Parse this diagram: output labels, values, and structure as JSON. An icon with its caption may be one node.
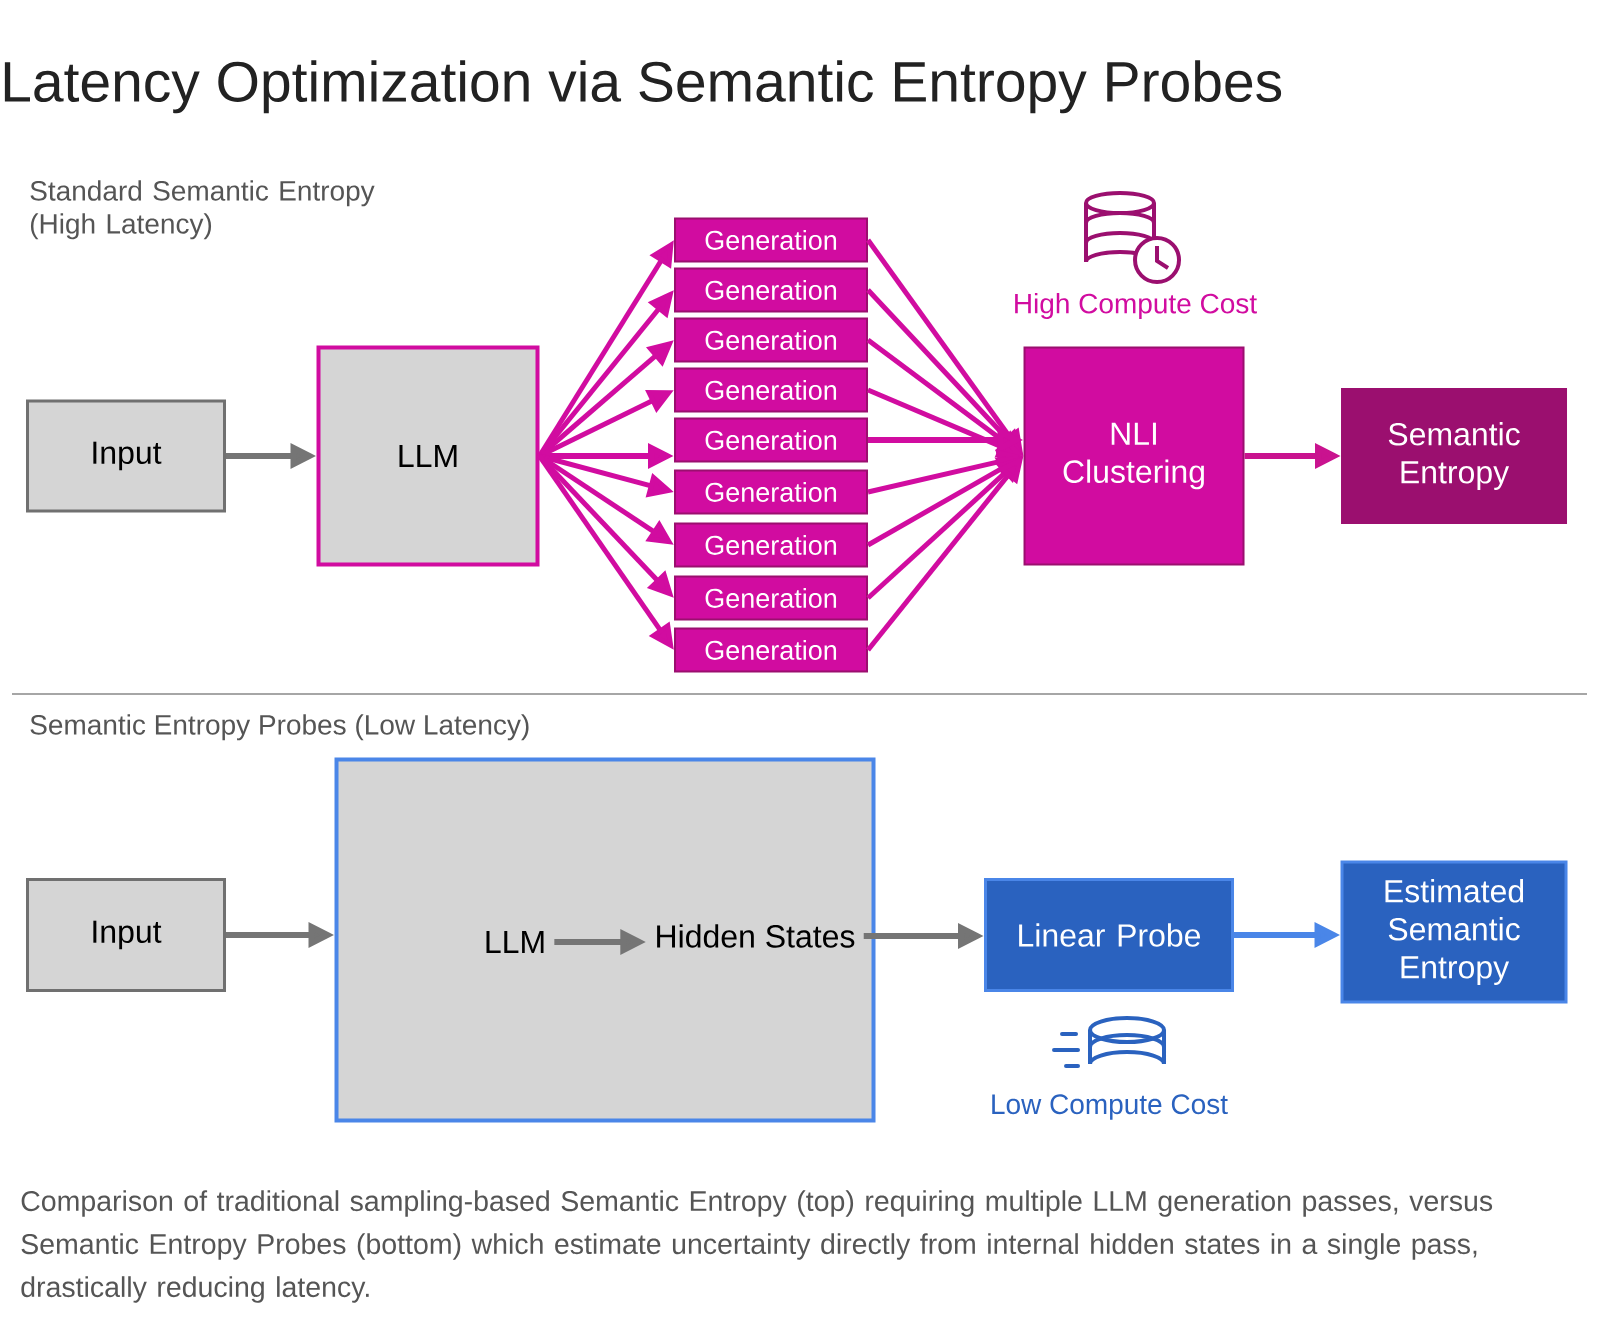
{
  "diagram": {
    "title": "Latency Optimization via Semantic Entropy Probes",
    "caption": "Comparison of traditional sampling-based Semantic Entropy (top) requiring multiple LLM generation passes, versus Semantic Entropy Probes (bottom) which estimate uncertainty directly from internal hidden states in a single pass, drastically reducing latency.",
    "nodes": [
      {
        "text": [
          "Input"
        ]
      },
      {
        "text": [
          "LLM"
        ]
      },
      {
        "text": [
          "Generation"
        ]
      },
      {
        "text": [
          "Generation"
        ]
      },
      {
        "text": [
          "Generation"
        ]
      },
      {
        "text": [
          "Generation"
        ]
      },
      {
        "text": [
          "Generation"
        ]
      },
      {
        "text": [
          "Generation"
        ]
      },
      {
        "text": [
          "Generation"
        ]
      },
      {
        "text": [
          "Generation"
        ]
      },
      {
        "text": [
          "Generation"
        ]
      },
      {
        "text": [
          "NLI Clustering"
        ]
      },
      {
        "text": [
          "Semantic Entropy"
        ]
      },
      {
        "text": [
          "Input"
        ]
      },
      {
        "text": [],
        "shape": "box"
      },
      {
        "text": [
          "LLM"
        ],
        "in": 14
      },
      {
        "text": [
          "Hidden States"
        ],
        "in": 14
      },
      {
        "text": [
          "Linear Probe"
        ]
      },
      {
        "text": [
          "Estimated Semantic Entropy"
        ]
      }
    ],
    "edges": [
      {
        "from": 0,
        "to": 1,
        "arrow": "to",
        "color": "#757575"
      },
      {
        "from": 1,
        "to": 2,
        "arrow": "to"
      },
      {
        "from": 1,
        "to": 3,
        "arrow": "to"
      },
      {
        "from": 1,
        "to": 4,
        "arrow": "to"
      },
      {
        "from": 1,
        "to": 5,
        "arrow": "to"
      },
      {
        "from": 1,
        "to": 6,
        "arrow": "to"
      },
      {
        "from": 1,
        "to": 7,
        "arrow": "to"
      },
      {
        "from": 1,
        "to": 8,
        "arrow": "to"
      },
      {
        "from": 1,
        "to": 9,
        "arrow": "to"
      },
      {
        "from": 1,
        "to": 10,
        "arrow": "to"
      },
      {
        "from": 2,
        "to": 11,
        "arrow": "to"
      },
      {
        "from": 3,
        "to": 11,
        "arrow": "to"
      },
      {
        "from": 4,
        "to": 11,
        "arrow": "to"
      },
      {
        "from": 5,
        "to": 11,
        "arrow": "to"
      },
      {
        "from": 6,
        "to": 11,
        "arrow": "to"
      },
      {
        "from": 7,
        "to": 11,
        "arrow": "to"
      },
      {
        "from": 8,
        "to": 11,
        "arrow": "to"
      },
      {
        "from": 9,
        "to": 11,
        "arrow": "to"
      },
      {
        "from": 10,
        "to": 11,
        "arrow": "to"
      },
      {
        "from": 11,
        "to": 12,
        "arrow": "to",
        "color": "#c9138f"
      },
      {
        "from": 13,
        "to": 14,
        "arrow": "to",
        "color": "#757575"
      },
      {
        "from": 15,
        "to": 16,
        "arrow": "to",
        "color": "#757575"
      },
      {
        "from": 16,
        "to": 17,
        "arrow": "to",
        "color": "#757575"
      },
      {
        "from": 17,
        "to": 18,
        "arrow": "to",
        "color": "#4a86e8"
      }
    ],
    "labels": [
      "Standard Semantic Entropy (High Latency)",
      "High Compute Cost",
      "Semantic Entropy Probes (Low Latency)",
      "Low Compute Cost"
    ]
  }
}
